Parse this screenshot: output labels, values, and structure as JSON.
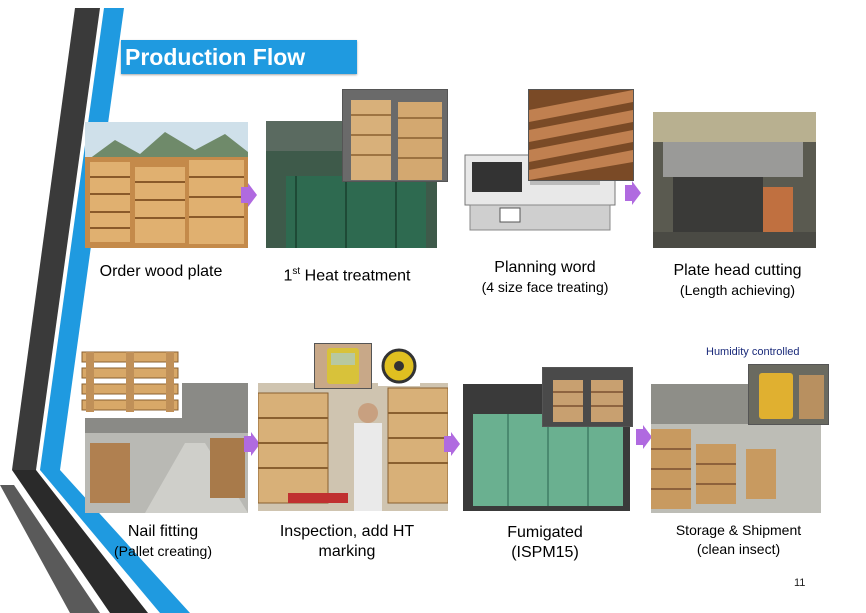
{
  "slide": {
    "title": "Production Flow",
    "page_number": "11",
    "humidity_note": "Humidity controlled",
    "accent_color": "#1f9ae0",
    "arrow_color": "#b06ae0"
  },
  "steps": [
    {
      "id": "order",
      "label": "Order wood plate",
      "sub": ""
    },
    {
      "id": "heat",
      "label_prefix": "1",
      "label_sup": "st",
      "label_rest": " Heat treatment"
    },
    {
      "id": "planning",
      "label": "Planning word",
      "sub": "(4 size face treating)"
    },
    {
      "id": "cutting",
      "label": "Plate head cutting",
      "sub": "(Length achieving)"
    },
    {
      "id": "nail",
      "label": "Nail fitting",
      "sub": "(Pallet  creating)"
    },
    {
      "id": "inspection",
      "label": "Inspection, add HT",
      "sub": "marking"
    },
    {
      "id": "fumigated",
      "label": "Fumigated",
      "sub": "(ISPM15)"
    },
    {
      "id": "storage",
      "label": "Storage & Shipment",
      "sub": "(clean insect)"
    }
  ]
}
